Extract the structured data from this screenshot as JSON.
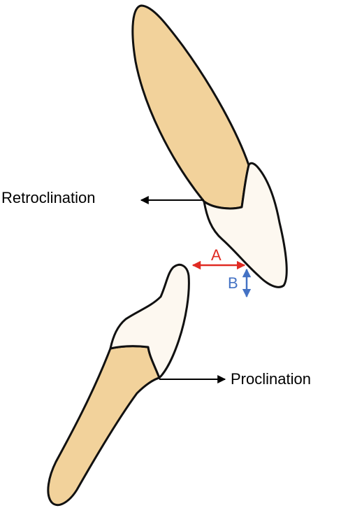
{
  "labels": {
    "retroclination": "Retroclination",
    "proclination": "Proclination",
    "overjet": "A",
    "overbite": "B"
  },
  "colors": {
    "root": "#F2D29B",
    "crown": "#FDF8F0",
    "outline": "#111111",
    "arrow_black": "#000000",
    "arrow_a": "#E02B23",
    "arrow_b": "#4472C4",
    "background": "#FFFFFF"
  },
  "icons": {
    "upper_tooth": "upper-incisor-icon",
    "lower_tooth": "lower-incisor-icon"
  }
}
